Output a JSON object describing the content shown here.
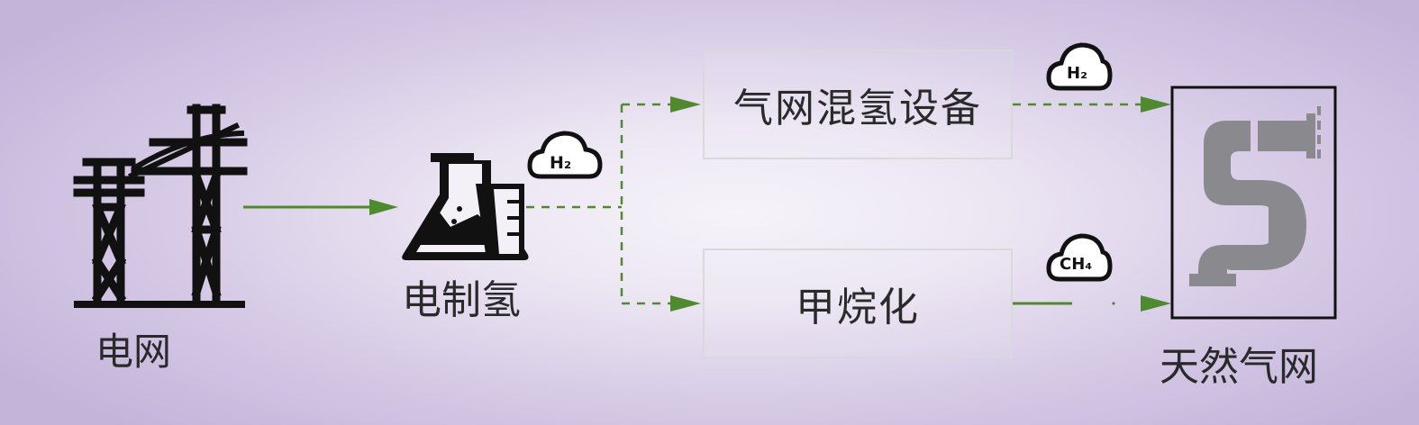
{
  "nodes": {
    "power_grid": "电网",
    "electrolysis": "电制氢",
    "gas_grid_blending": "气网混氢设备",
    "methanation": "甲烷化",
    "natural_gas_grid": "天然气网"
  },
  "badges": {
    "h2_main": "H₂",
    "h2_top": "H₂",
    "ch4": "CH₄"
  },
  "colors": {
    "arrow": "#4f8a2e",
    "icon": "#111111",
    "pipe": "#8a8a8e",
    "box_border": "#d9d9d9"
  },
  "icons": {
    "power_grid": "transmission-tower-icon",
    "electrolysis": "flask-icon",
    "natural_gas_grid": "gas-pipe-icon",
    "badge": "cloud-icon"
  }
}
